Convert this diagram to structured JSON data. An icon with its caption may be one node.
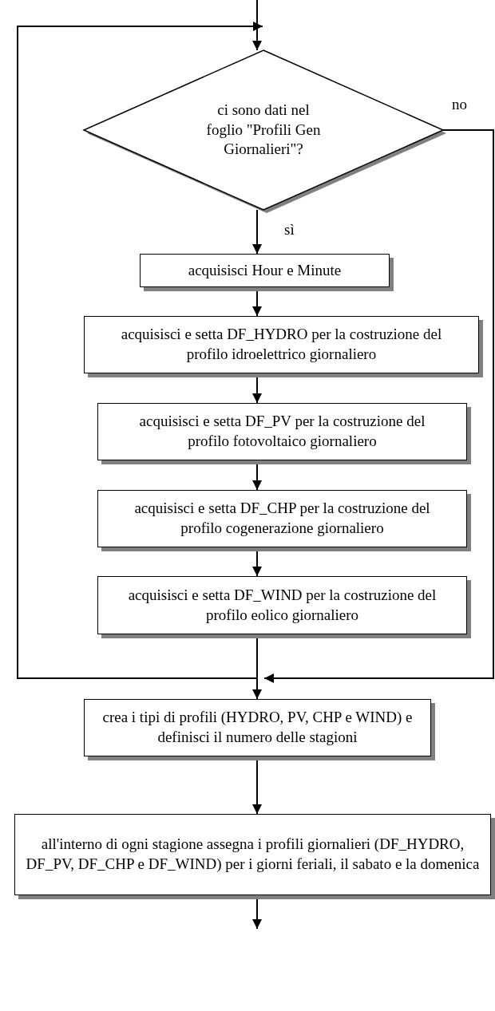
{
  "diagram": {
    "nodes": [
      {
        "text": [
          "ci sono dati nel foglio \"Profili Gen Giornalieri\"?"
        ]
      },
      {
        "text": [
          "acquisisci Hour e Minute"
        ]
      },
      {
        "text": [
          "acquisisci e setta DF_HYDRO per la costruzione del profilo idroelettrico giornaliero"
        ]
      },
      {
        "text": [
          "acquisisci e setta DF_PV per la costruzione del profilo fotovoltaico giornaliero"
        ]
      },
      {
        "text": [
          "acquisisci e setta DF_CHP per la costruzione del profilo cogenerazione giornaliero"
        ]
      },
      {
        "text": [
          "acquisisci e setta DF_WIND per la costruzione del profilo eolico giornaliero"
        ]
      },
      {
        "text": [
          "crea i tipi di profili (HYDRO, PV, CHP e WIND) e definisci il numero delle stagioni"
        ]
      },
      {
        "text": [
          "all'interno di ogni stagione assegna i profili giornalieri (DF_HYDRO, DF_PV, DF_CHP e DF_WIND) per i giorni feriali, il sabato e la domenica"
        ]
      }
    ],
    "edges": [
      {
        "from": null,
        "to": 0,
        "arrow": "to"
      },
      {
        "from": 0,
        "to": 1,
        "arrow": "to",
        "label": "sì"
      },
      {
        "from": 1,
        "to": 2,
        "arrow": "to"
      },
      {
        "from": 2,
        "to": 3,
        "arrow": "to"
      },
      {
        "from": 3,
        "to": 4,
        "arrow": "to"
      },
      {
        "from": 4,
        "to": 5,
        "arrow": "to"
      },
      {
        "from": 5,
        "to": 0,
        "arrow": "to"
      },
      {
        "from": 0,
        "to": 6,
        "arrow": "to",
        "label": "no"
      },
      {
        "from": 5,
        "to": 6,
        "arrow": "to"
      },
      {
        "from": 6,
        "to": 7,
        "arrow": "to"
      },
      {
        "from": 7,
        "to": null,
        "arrow": "to"
      }
    ]
  }
}
